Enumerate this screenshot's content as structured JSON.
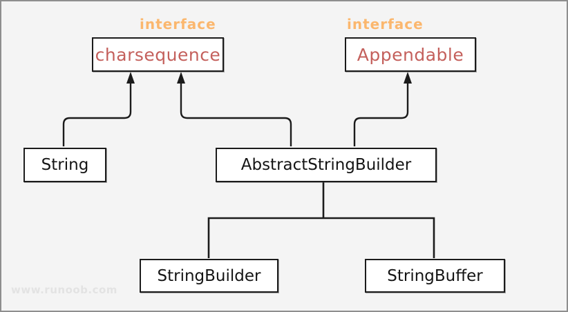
{
  "diagram": {
    "kind": "class-hierarchy",
    "interfaces": [
      {
        "stereotype": "interface",
        "label": "charsequence"
      },
      {
        "stereotype": "interface",
        "label": "Appendable"
      }
    ],
    "classes": [
      {
        "label": "String"
      },
      {
        "label": "AbstractStringBuilder"
      },
      {
        "label": "StringBuilder"
      },
      {
        "label": "StringBuffer"
      }
    ],
    "relations": [
      {
        "from": "String",
        "to": "charsequence",
        "type": "implements"
      },
      {
        "from": "AbstractStringBuilder",
        "to": "charsequence",
        "type": "implements"
      },
      {
        "from": "AbstractStringBuilder",
        "to": "Appendable",
        "type": "implements"
      },
      {
        "from": "StringBuilder",
        "to": "AbstractStringBuilder",
        "type": "extends"
      },
      {
        "from": "StringBuffer",
        "to": "AbstractStringBuilder",
        "type": "extends"
      }
    ],
    "watermark": "www.runoob.com",
    "colors": {
      "stereotype_text": "#fbb76e",
      "interface_text": "#c4605c",
      "class_text": "#141414",
      "line": "#1b1b1b",
      "node_background": "#ffffff",
      "canvas_background": "#f4f4f4",
      "frame_border": "#8e8e8e",
      "watermark_text": "#e3e3e3"
    }
  }
}
